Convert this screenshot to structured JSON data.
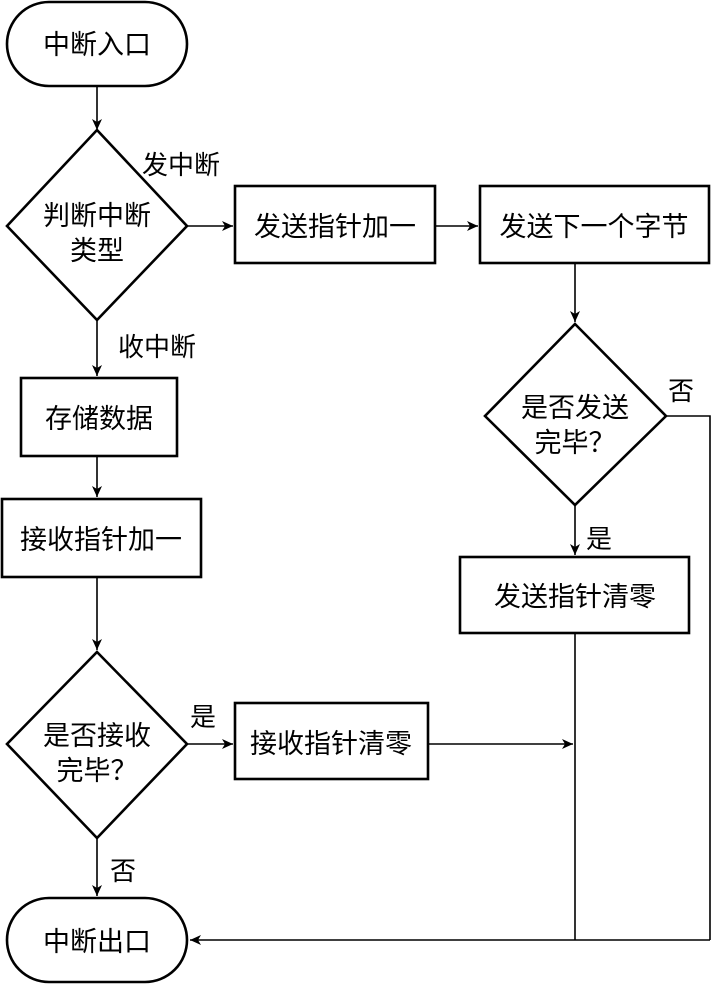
{
  "nodes": {
    "entry": "中断入口",
    "judge_line1": "判断中断",
    "judge_line2": "类型",
    "send_ptr_inc": "发送指针加一",
    "send_next_byte": "发送下一个字节",
    "send_done_line1": "是否发送",
    "send_done_line2": "完毕？",
    "send_ptr_clear": "发送指针清零",
    "store_data": "存储数据",
    "recv_ptr_inc": "接收指针加一",
    "recv_done_line1": "是否接收",
    "recv_done_line2": "完毕？",
    "recv_ptr_clear": "接收指针清零",
    "exit": "中断出口"
  },
  "edges": {
    "send_interrupt": "发中断",
    "recv_interrupt": "收中断",
    "send_no": "否",
    "send_yes": "是",
    "recv_yes": "是",
    "recv_no": "否"
  }
}
